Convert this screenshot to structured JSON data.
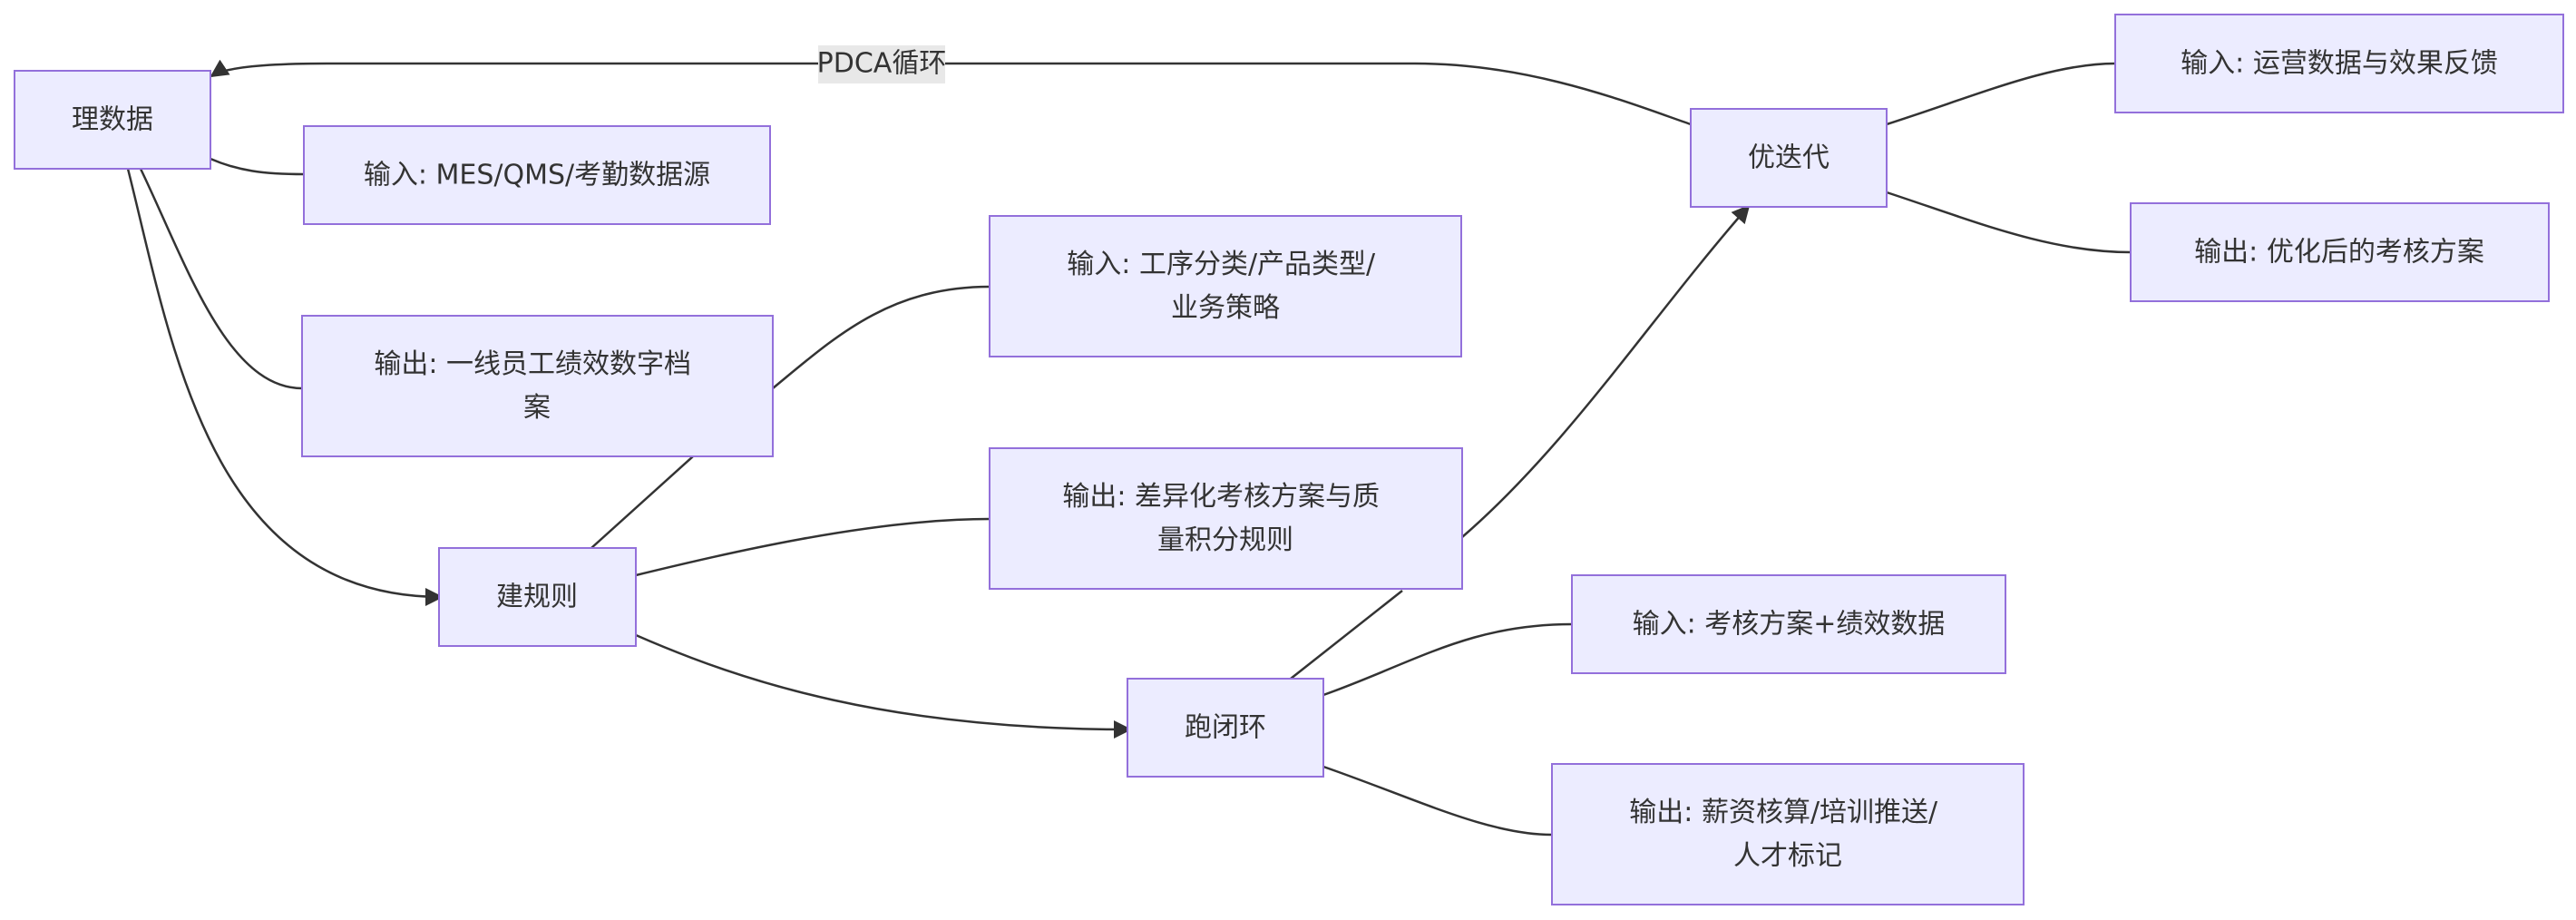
{
  "diagram": {
    "type": "flowchart",
    "nodes": {
      "process_data": {
        "label": "理数据"
      },
      "process_data_input": {
        "label": "输入: MES/QMS/考勤数据源"
      },
      "process_data_output": {
        "lines": [
          "输出: 一线员工绩效数字档",
          "案"
        ]
      },
      "build_rules": {
        "label": "建规则"
      },
      "build_rules_input": {
        "lines": [
          "输入: 工序分类/产品类型/",
          "业务策略"
        ]
      },
      "build_rules_output": {
        "lines": [
          "输出: 差异化考核方案与质",
          "量积分规则"
        ]
      },
      "run_loop": {
        "label": "跑闭环"
      },
      "run_loop_input": {
        "label": "输入: 考核方案+绩效数据"
      },
      "run_loop_output": {
        "lines": [
          "输出: 薪资核算/培训推送/",
          "人才标记"
        ]
      },
      "optimize": {
        "label": "优迭代"
      },
      "optimize_input": {
        "label": "输入: 运营数据与效果反馈"
      },
      "optimize_output": {
        "label": "输出: 优化后的考核方案"
      }
    },
    "edges": [
      {
        "from": "process_data",
        "to": "process_data_input",
        "arrow": false
      },
      {
        "from": "process_data",
        "to": "process_data_output",
        "arrow": false
      },
      {
        "from": "process_data",
        "to": "build_rules",
        "arrow": true
      },
      {
        "from": "build_rules",
        "to": "build_rules_input",
        "arrow": false
      },
      {
        "from": "build_rules",
        "to": "build_rules_output",
        "arrow": false
      },
      {
        "from": "build_rules",
        "to": "run_loop",
        "arrow": true
      },
      {
        "from": "run_loop",
        "to": "run_loop_input",
        "arrow": false
      },
      {
        "from": "run_loop",
        "to": "run_loop_output",
        "arrow": false
      },
      {
        "from": "run_loop",
        "to": "optimize",
        "arrow": true
      },
      {
        "from": "optimize",
        "to": "optimize_input",
        "arrow": false
      },
      {
        "from": "optimize",
        "to": "optimize_output",
        "arrow": false
      },
      {
        "from": "optimize",
        "to": "process_data",
        "arrow": true,
        "label": "PDCA循环"
      }
    ],
    "colors": {
      "node_fill": "#ECECFF",
      "node_stroke": "#9370DB",
      "edge": "#333333",
      "text": "#333333",
      "edge_label_bg": "#E8E8E8"
    }
  }
}
